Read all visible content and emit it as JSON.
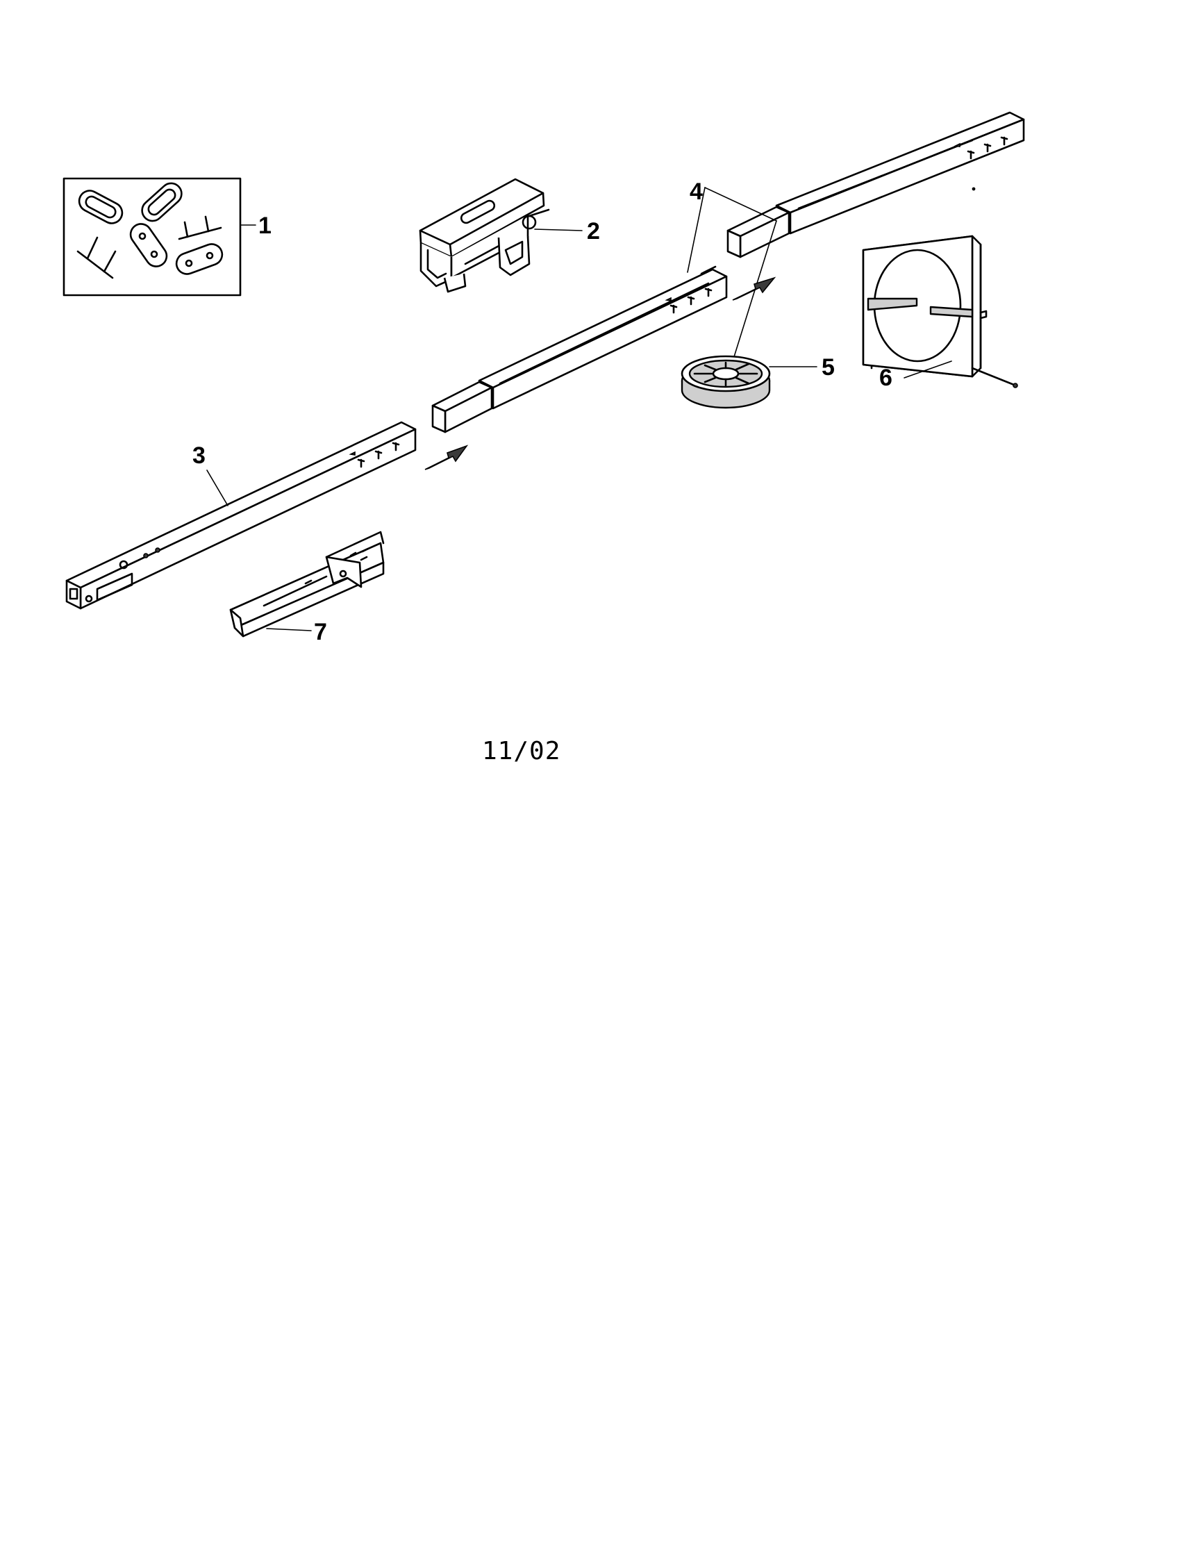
{
  "diagram": {
    "part_labels": {
      "p1": "1",
      "p2": "2",
      "p3": "3",
      "p4": "4",
      "p5": "5",
      "p6": "6",
      "p7": "7"
    },
    "date_code": "11/02"
  }
}
